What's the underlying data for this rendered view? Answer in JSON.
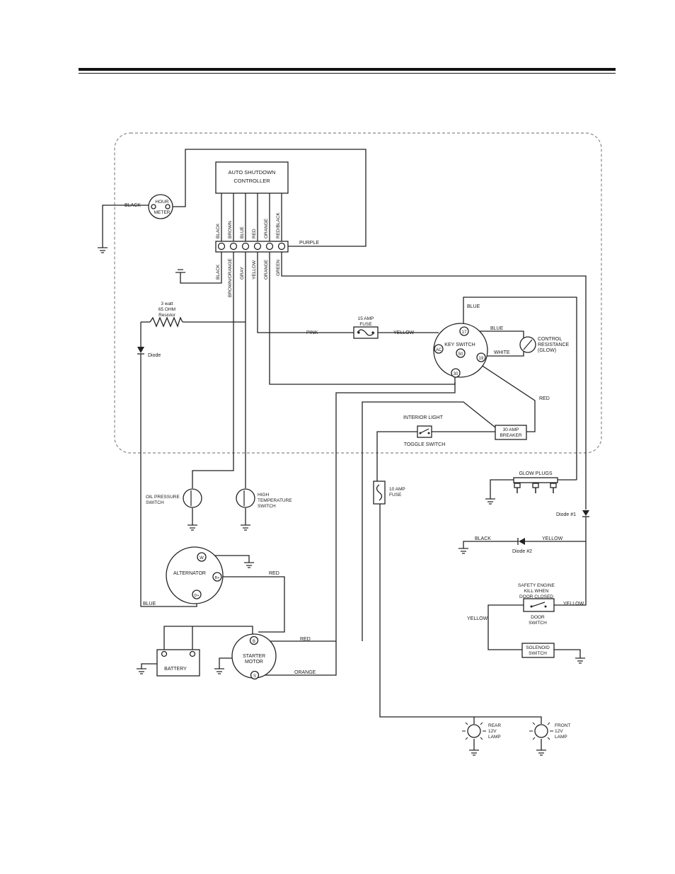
{
  "labels": {
    "auto_shutdown_1": "AUTO SHUTDOWN",
    "auto_shutdown_2": "CONTROLLER",
    "hour_meter_1": "HOUR",
    "hour_meter_2": "METER",
    "black_top": "BLACK",
    "w_black": "BLACK",
    "w_brown": "BROWN",
    "w_blue": "BLUE",
    "w_red": "RED",
    "w_orange": "ORANGE",
    "w_redblack": "RED/BLACK",
    "purple": "PURPLE",
    "d_black": "BLACK",
    "d_brownorange": "BROWN/ORANGE",
    "d_gray": "GRAY",
    "d_yellow": "YELLOW",
    "d_orange": "ORANGE",
    "d_green": "GREEN",
    "resistor_1": "3 watt",
    "resistor_2": "65 OHM",
    "resistor_3": "Resistor",
    "diode": "Diode",
    "pink": "PINK",
    "fuse15_1": "15 AMP",
    "fuse15_2": "FUSE",
    "yellow_fuse": "YELLOW",
    "blue_top": "BLUE",
    "blue_mid": "BLUE",
    "key_switch": "KEY SWITCH",
    "t17": "17",
    "t50": "50",
    "t19": "19",
    "t30": "30",
    "tAC": "AC",
    "control_1": "CONTROL",
    "control_2": "RESISTANCE",
    "control_3": "(GLOW)",
    "white": "WHITE",
    "red_key": "RED",
    "interior_light": "INTERIOR LIGHT",
    "toggle_switch": "TOGGLE SWITCH",
    "breaker_1": "30 AMP",
    "breaker_2": "BREAKER",
    "glow_plugs": "GLOW PLUGS",
    "fuse10_1": "10 AMP",
    "fuse10_2": "FUSE",
    "oil_1": "OIL PRESSURE",
    "oil_2": "SWITCH",
    "temp_1": "HIGH",
    "temp_2": "TEMPERATURE",
    "temp_3": "SWITCH",
    "diode1": "Diode #1",
    "black_d2": "BLACK",
    "yellow_d2": "YELLOW",
    "diode2": "Diode #2",
    "alternator": "ALTERNATOR",
    "tW": "W",
    "tBplus": "B+",
    "tDplus": "D+",
    "red_alt": "RED",
    "blue_alt": "BLUE",
    "safety_1": "SAFETY ENGINE",
    "safety_2": "KILL WHEN",
    "safety_3": "DOOR CLOSED",
    "yellow_safety": "YELLOW",
    "yellow_left": "YELLOW",
    "door_1": "DOOR",
    "door_2": "SWITCH",
    "battery": "BATTERY",
    "starter_1": "STARTER",
    "starter_2": "MOTOR",
    "tB": "B",
    "tS": "S",
    "red_starter": "RED",
    "orange_starter": "ORANGE",
    "solenoid_1": "SOLENOID",
    "solenoid_2": "SWITCH",
    "rear_1": "REAR",
    "rear_2": "12V",
    "rear_3": "LAMP",
    "front_1": "FRONT",
    "front_2": "12V",
    "front_3": "LAMP"
  }
}
